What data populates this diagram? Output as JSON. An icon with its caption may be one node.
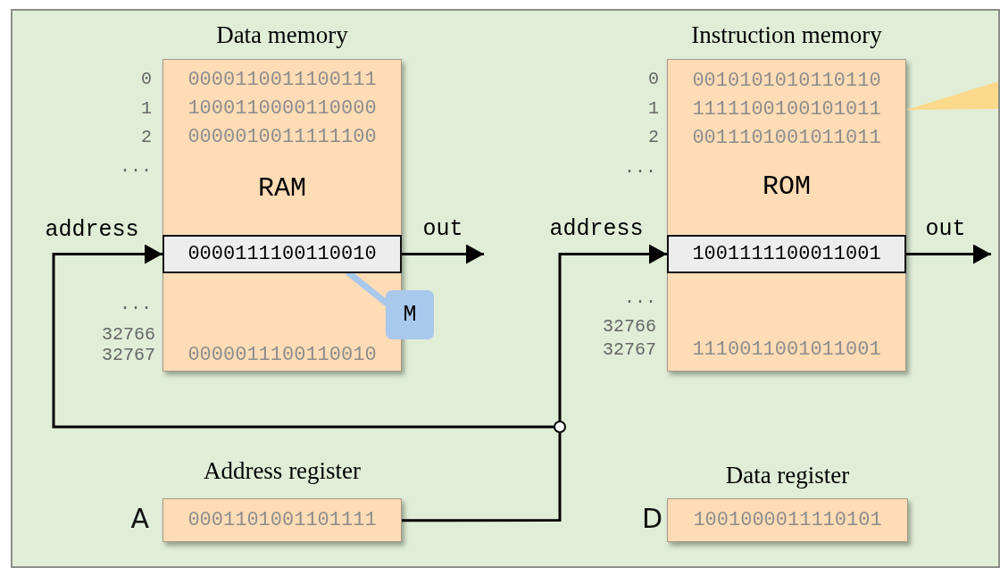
{
  "diagram": {
    "nodes": [
      {
        "text": [
          "Data memory",
          "RAM"
        ]
      },
      {
        "text": [
          "0000110011100111"
        ],
        "in": 0,
        "beside": [
          "0"
        ]
      },
      {
        "text": [
          "1000110000110000"
        ],
        "in": 0,
        "beside": [
          "1"
        ]
      },
      {
        "text": [
          "0000010011111100"
        ],
        "in": 0,
        "beside": [
          "2"
        ]
      },
      {
        "text": [
          "0000111100110010"
        ],
        "in": 0
      },
      {
        "text": [
          "0000011100110010"
        ],
        "in": 0,
        "beside": [
          "32767"
        ]
      },
      {
        "text": [
          "M"
        ]
      },
      {
        "text": [
          "Instruction memory",
          "ROM"
        ]
      },
      {
        "text": [
          "0010101010110110"
        ],
        "in": 7,
        "beside": [
          "0"
        ]
      },
      {
        "text": [
          "1111100100101011"
        ],
        "in": 7,
        "beside": [
          "1"
        ]
      },
      {
        "text": [
          "0011101001011011"
        ],
        "in": 7,
        "beside": [
          "2"
        ]
      },
      {
        "text": [
          "1001111100011001"
        ],
        "in": 7
      },
      {
        "text": [
          "1110011001011001"
        ],
        "in": 7,
        "beside": [
          "32767"
        ]
      },
      {
        "text": [],
        "shape": "circle"
      },
      {
        "text": [
          "Address register",
          "0001101001101111"
        ],
        "beside": [
          "A"
        ]
      },
      {
        "text": [
          "Data register",
          "1001000011110101"
        ],
        "beside": [
          "D"
        ]
      }
    ],
    "edges": [
      {
        "from": 14,
        "to": 13,
        "arrow": "none"
      },
      {
        "from": 13,
        "to": 4,
        "arrow": "to",
        "label": "address"
      },
      {
        "from": 13,
        "to": 11,
        "arrow": "to",
        "label": "address"
      },
      {
        "from": 4,
        "to": null,
        "arrow": "to",
        "label": "out"
      },
      {
        "from": 11,
        "to": null,
        "arrow": "to",
        "label": "out"
      },
      {
        "from": 6,
        "to": 4,
        "arrow": "none",
        "style": "thick",
        "color": "#a8c8ec"
      },
      {
        "from": null,
        "to": 9,
        "arrow": "to",
        "color": "#fbd98a"
      }
    ],
    "labels": [
      "...",
      "...",
      "32766",
      "...",
      "...",
      "32766"
    ]
  }
}
